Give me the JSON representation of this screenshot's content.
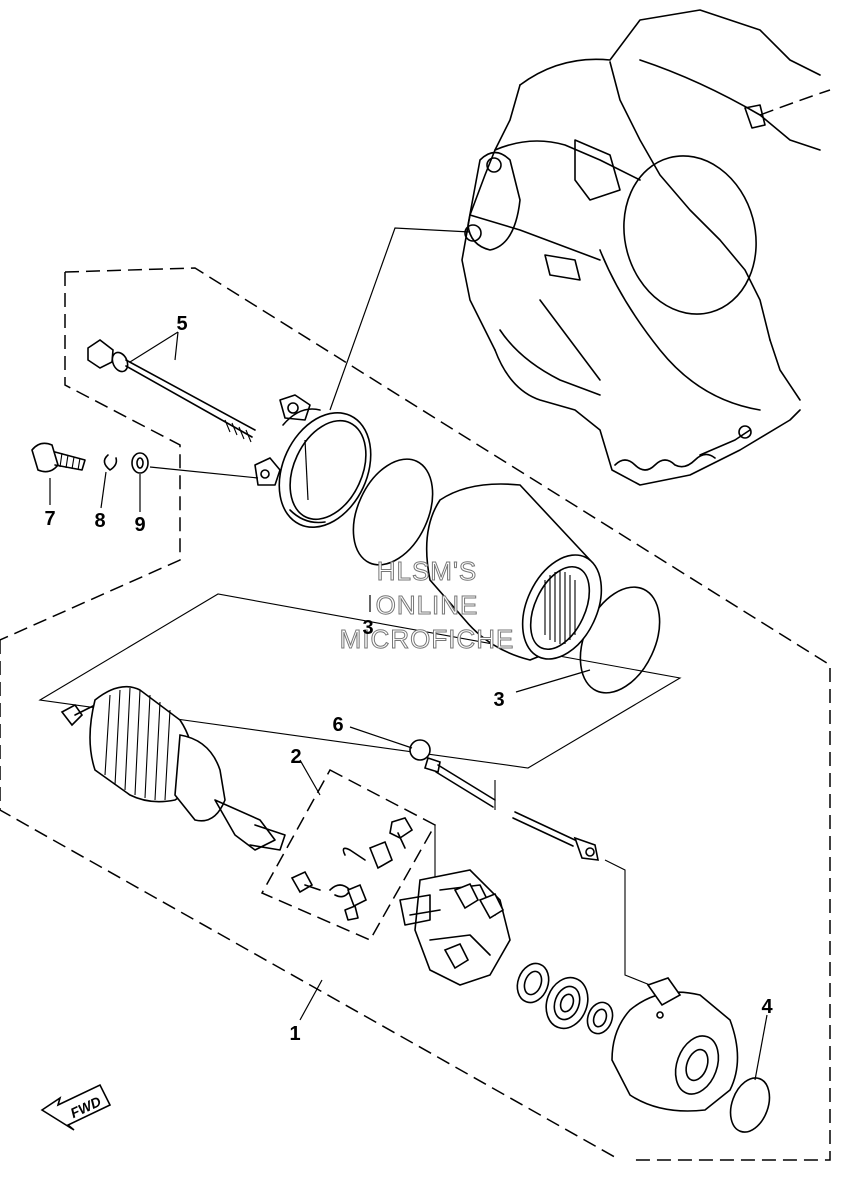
{
  "callouts": {
    "c1": "1",
    "c2": "2",
    "c3a": "3",
    "c3b": "3",
    "c4": "4",
    "c5": "5",
    "c6": "6",
    "c7": "7",
    "c8": "8",
    "c9": "9"
  },
  "watermark": {
    "line1": "HLSM'S",
    "line2": "ONLINE",
    "line3": "MICROFICHE"
  },
  "fwd_label": "FWD"
}
